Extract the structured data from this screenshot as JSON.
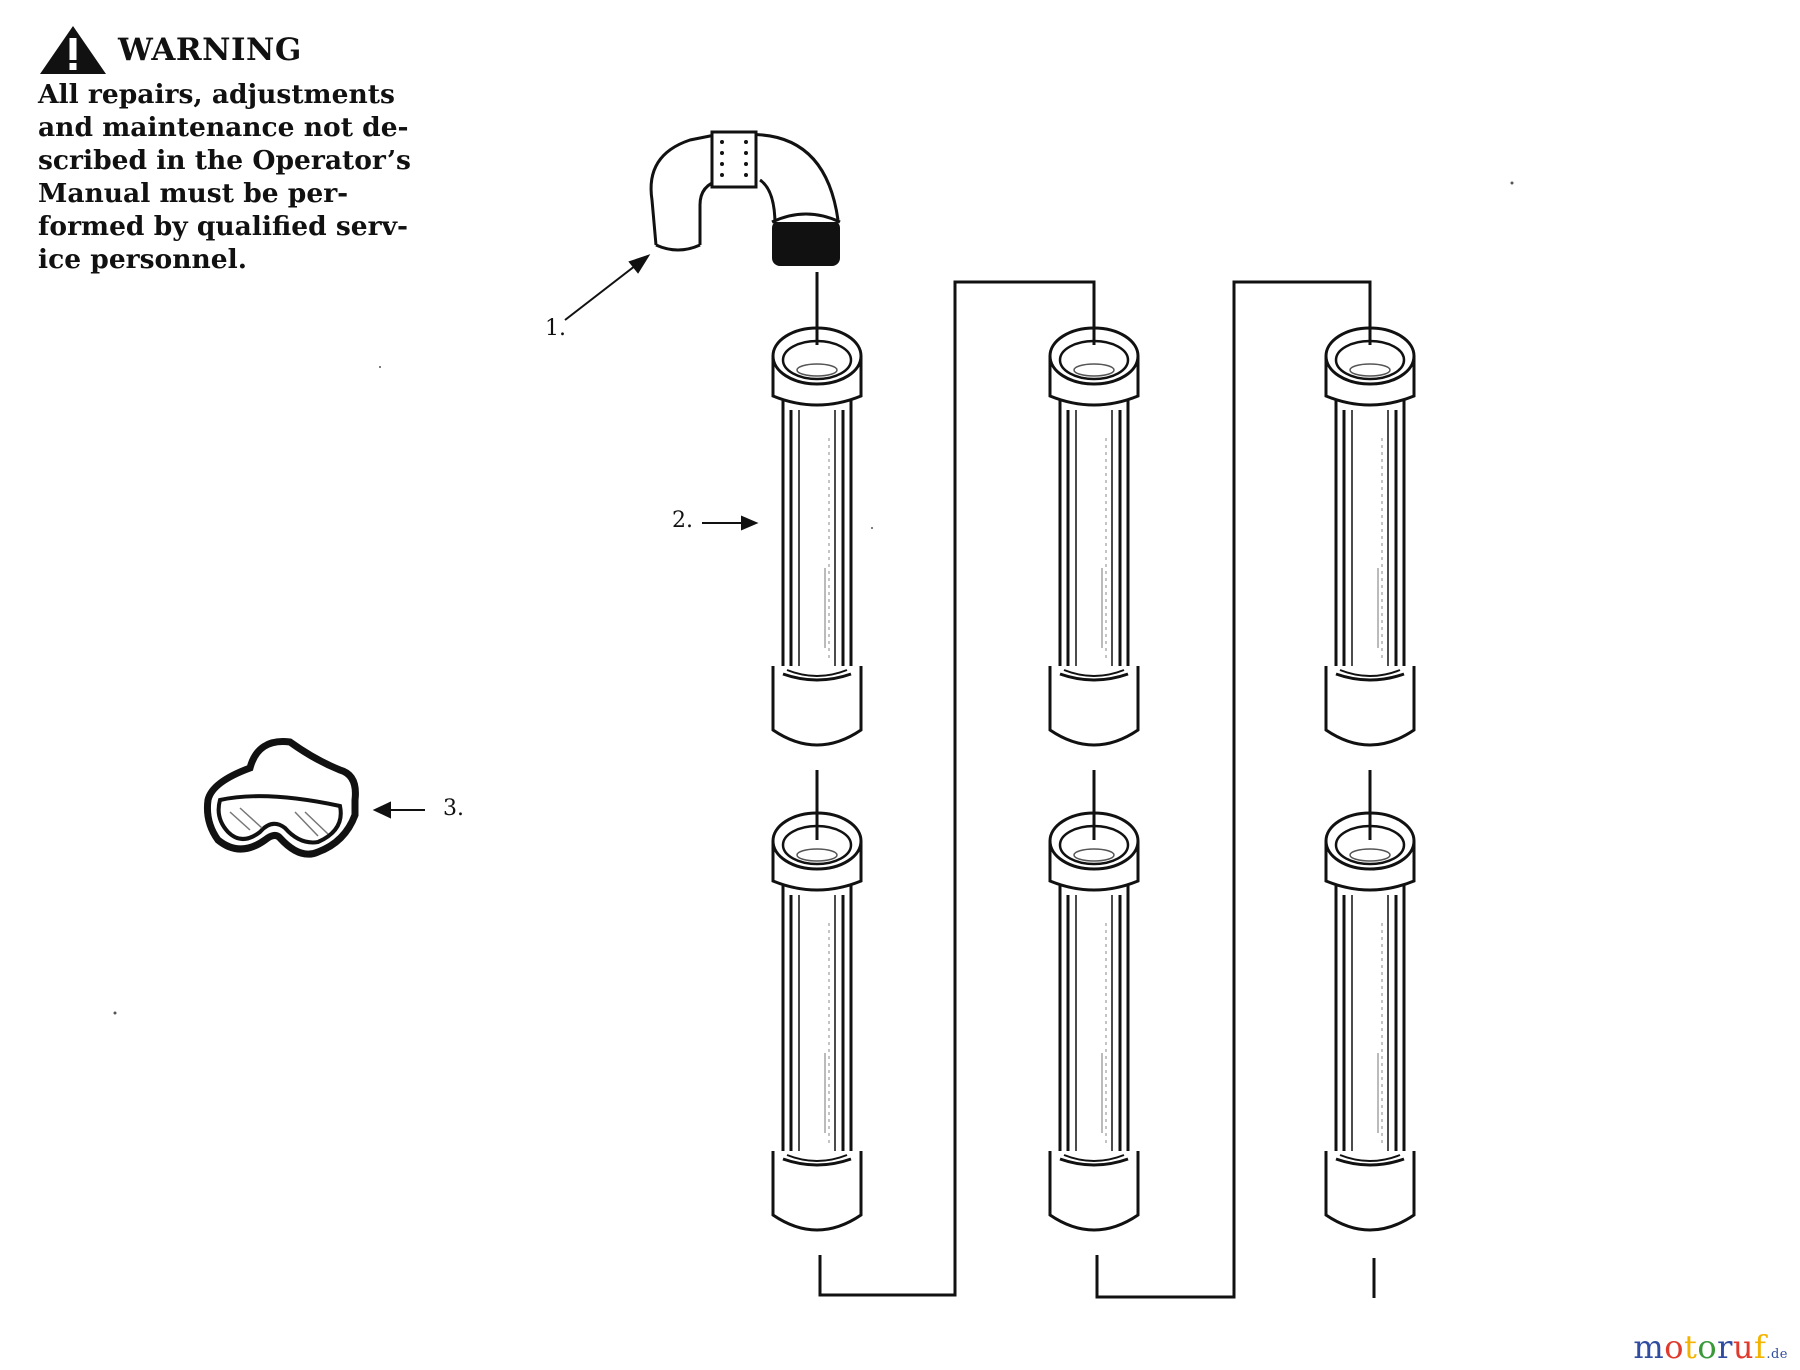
{
  "warning": {
    "title": "WARNING",
    "lines": [
      "All repairs, adjustments",
      "and maintenance not de-",
      "scribed in the Operator’s",
      "Manual must be per-",
      "formed by qualified serv-",
      "ice personnel."
    ]
  },
  "callouts": {
    "elbow": "1.",
    "tube": "2.",
    "goggles": "3."
  },
  "brand": {
    "letters": [
      "m",
      "o",
      "t",
      "o",
      "r",
      "u",
      "f"
    ],
    "colors": [
      "#2f4ca0",
      "#e03a2f",
      "#f2b400",
      "#3a9a3a",
      "#2f4ca0",
      "#e03a2f",
      "#f2b400"
    ],
    "suffix": ".de",
    "suffix_color": "#2f4ca0"
  }
}
